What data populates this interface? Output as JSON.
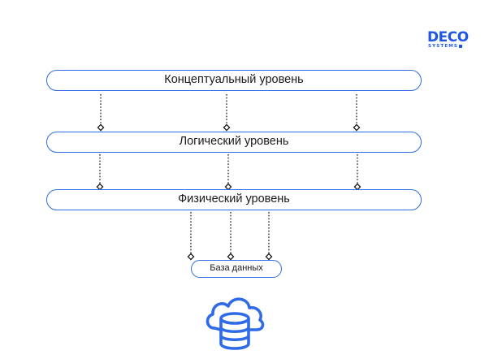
{
  "logo": {
    "brand": "DECO",
    "sub": "SYSTEMS"
  },
  "levels": {
    "conceptual": "Концептуальный уровень",
    "logical": "Логический уровень",
    "physical": "Физический уровень"
  },
  "database": {
    "label": "База данных"
  },
  "colors": {
    "accent": "#2f6be8",
    "connector": "#1a1a1a",
    "brand": "#1f56e6"
  },
  "icons": {
    "database": "cloud-database-icon",
    "logo": "deco-systems-logo"
  }
}
